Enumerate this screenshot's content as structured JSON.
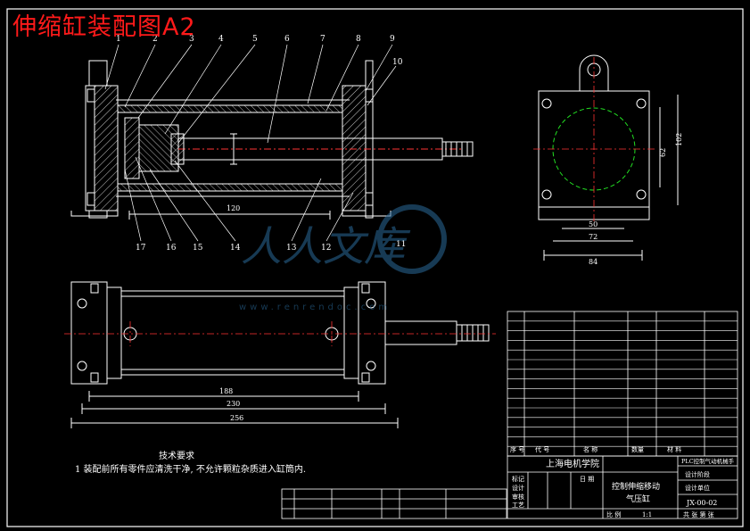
{
  "title": "伸缩缸装配图A2",
  "part_numbers_top": [
    "1",
    "2",
    "3",
    "4",
    "5",
    "6",
    "7",
    "8",
    "9",
    "10"
  ],
  "part_numbers_bottom": [
    "17",
    "16",
    "15",
    "14",
    "13",
    "12"
  ],
  "part_number_mid": "11",
  "dimensions": {
    "stroke_120": "120",
    "side_50": "50",
    "side_72": "72",
    "side_84": "84",
    "side_62": "62",
    "side_102": "102",
    "plan_188": "188",
    "plan_230": "230",
    "plan_256": "256"
  },
  "technical_requirements": {
    "heading": "技术要求",
    "item_1": "1 装配前所有零件应清洗干净, 不允许颗粒杂质进入缸筒内."
  },
  "watermark": {
    "brand": "人人文库",
    "url": "www.renrendoc.com"
  },
  "title_block": {
    "school": "上海电机学院",
    "project": "PLC控制气动机械手",
    "drawing_name_1": "控制伸缩移动",
    "drawing_name_2": "气压缸",
    "drawing_no": "JX-00-02",
    "scale_label": "比 例",
    "scale_value": "1:1",
    "sheet_info": "共  张  第  张",
    "header_seq": "序  号",
    "header_code": "代  号",
    "header_name": "名    称",
    "header_qty": "数量",
    "header_mat": "材    料",
    "row_labels": [
      "标记",
      "设计",
      "审核",
      "工艺"
    ],
    "date_label": "日 期",
    "stage_labels": [
      "设计阶段",
      "设计单位"
    ]
  },
  "colors": {
    "background": "#000000",
    "outline": "#ffffff",
    "title": "#ff1a1a",
    "centerline": "#ff3333",
    "hidden_circle": "#22dd22",
    "dimension": "#ffffff",
    "hatch": "#ffffff"
  }
}
